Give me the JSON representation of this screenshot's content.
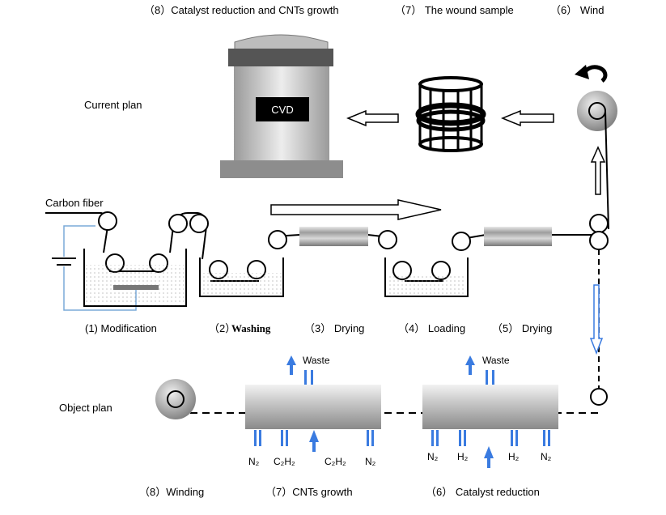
{
  "top_labels": {
    "cvd": "（8）Catalyst reduction and CNTs growth",
    "wound": "（7） The wound sample",
    "wind": "（6） Wind"
  },
  "rows": {
    "current": "Current   plan",
    "object": "Object plan"
  },
  "carbon_fiber": "Carbon fiber",
  "cvd_screen": "CVD",
  "steps": {
    "modification": "(1)  Modification",
    "washing_num": "（2）",
    "washing": "Washing",
    "drying1": "（3） Drying",
    "loading": "（4） Loading",
    "drying2": "（5） Drying"
  },
  "object_steps": {
    "winding": "（8）Winding",
    "cnts_growth": "（7）CNTs growth",
    "catalyst_reduction": "（6） Catalyst reduction"
  },
  "waste_label": "Waste",
  "reactor_left_gases": [
    "N₂",
    "C₂H₂",
    "C₂H₂",
    "N₂"
  ],
  "reactor_right_gases": [
    "N₂",
    "H₂",
    "H₂",
    "N₂"
  ],
  "colors": {
    "accent_arrow": "#3a7be0",
    "line": "#000000",
    "tank_fill": "#f2f2f2",
    "reactor_gray": "#c9c9c9"
  }
}
